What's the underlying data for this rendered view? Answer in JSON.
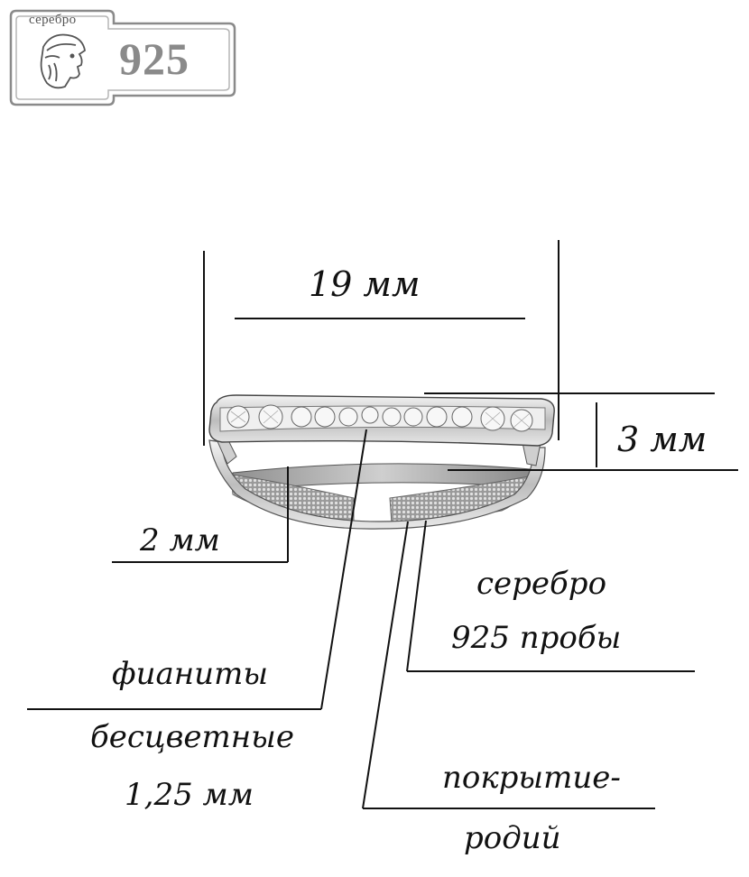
{
  "stamp": {
    "label": "серебро",
    "number": "925",
    "icon": "goddess-head-icon"
  },
  "dimensions": {
    "width": "19 мм",
    "height": "3 мм",
    "band": "2 мм"
  },
  "callouts": {
    "metal_line1": "серебро",
    "metal_line2": "925 пробы",
    "stones_line1": "фианиты",
    "stones_line2": "бесцветные",
    "stones_line3": "1,25 мм",
    "plating_line1": "покрытие-",
    "plating_line2": "родий"
  },
  "colors": {
    "line": "#111111",
    "metal": "#d9d9d9",
    "stamp_text": "#8a8a8a"
  }
}
